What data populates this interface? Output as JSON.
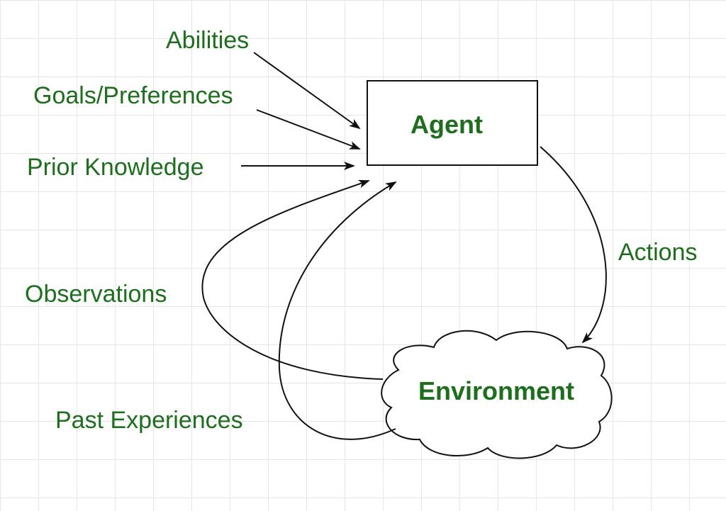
{
  "colors": {
    "text": "#1d6e1d",
    "stroke": "#111111",
    "grid": "#e6e6e6",
    "background": "#ffffff"
  },
  "nodes": {
    "agent": {
      "label": "Agent",
      "shape": "rectangle"
    },
    "environment": {
      "label": "Environment",
      "shape": "cloud"
    }
  },
  "inputs": {
    "abilities": "Abilities",
    "goals": "Goals/Preferences",
    "prior_knowledge": "Prior Knowledge"
  },
  "edges": {
    "actions": "Actions",
    "observations": "Observations",
    "past_experiences": "Past Experiences"
  }
}
